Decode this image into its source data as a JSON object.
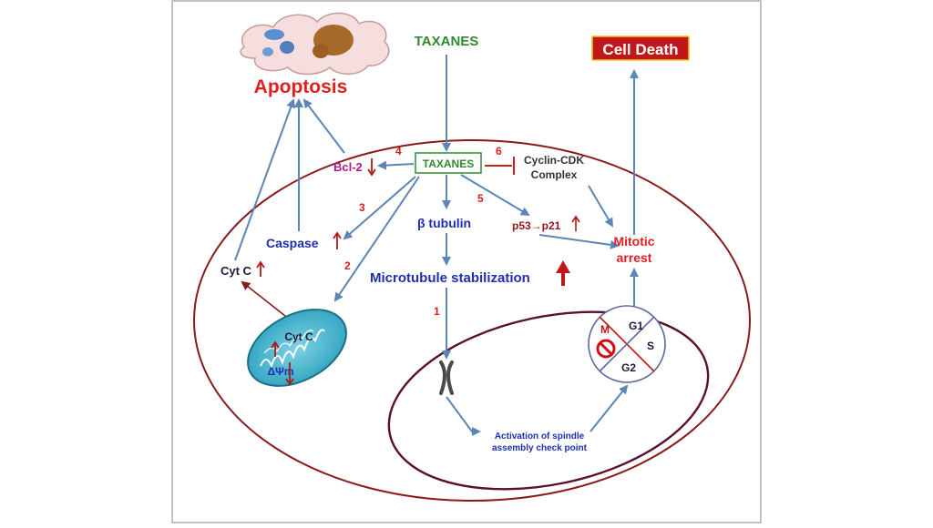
{
  "labels": {
    "taxanes_top": "TAXANES",
    "taxanes_box": "TAXANES",
    "cell_death": "Cell Death",
    "apoptosis": "Apoptosis",
    "bcl2": "Bcl-2",
    "caspase": "Caspase",
    "cytc_outer": "Cyt C",
    "cytc_inner": "Cyt C",
    "delta_psi": "ΔΨm",
    "beta_tubulin": "β tubulin",
    "microtubule": "Microtubule stabilization",
    "cyclin_line1": "Cyclin-CDK",
    "cyclin_line2": "Complex",
    "p53p21": "p53→p21",
    "mitotic_line1": "Mitotic",
    "mitotic_line2": "arrest",
    "spindle_line1": "Activation of spindle",
    "spindle_line2": "assembly check point",
    "phase_g1": "G1",
    "phase_s": "S",
    "phase_g2": "G2",
    "phase_m": "M"
  },
  "steps": {
    "s1": "1",
    "s2": "2",
    "s3": "3",
    "s4": "4",
    "s5": "5",
    "s6": "6"
  },
  "colors": {
    "arrow_blue": "#5b86b5",
    "dark_red": "#8b1a1a",
    "title_red": "#e02020",
    "text_blue": "#1f2fb0",
    "text_green": "#2f8a2f",
    "bcl_magenta": "#b0198a",
    "mito_cyan": "#3fb2c9"
  }
}
